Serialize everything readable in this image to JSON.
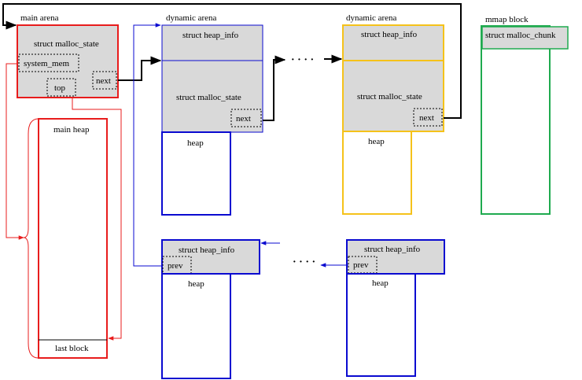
{
  "diagram": {
    "colors": {
      "main": "#e81c1c",
      "dynamic": "#0a0ad0",
      "yellow": "#f5c21a",
      "mmap": "#1faa4f",
      "fill": "#d9d9d9",
      "line": "#000000"
    },
    "main_arena": {
      "title": "main arena",
      "struct_label": "struct malloc_state",
      "system_mem": "system_mem",
      "top": "top",
      "next": "next"
    },
    "main_heap": {
      "label": "main heap",
      "last_block": "last block"
    },
    "dynamic_arena_1": {
      "title": "dynamic arena",
      "heap_info": "struct heap_info",
      "malloc_state": "struct malloc_state",
      "next": "next",
      "heap": "heap"
    },
    "dynamic_arena_2": {
      "title": "dynamic arena",
      "heap_info": "struct heap_info",
      "malloc_state": "struct malloc_state",
      "next": "next",
      "heap": "heap"
    },
    "mmap_block": {
      "title": "mmap block",
      "chunk": "struct malloc_chunk"
    },
    "lower_heap_1": {
      "heap_info": "struct heap_info",
      "prev": "prev",
      "heap": "heap"
    },
    "lower_heap_2": {
      "heap_info": "struct heap_info",
      "prev": "prev",
      "heap": "heap"
    },
    "ellipsis": "· · · ·"
  }
}
